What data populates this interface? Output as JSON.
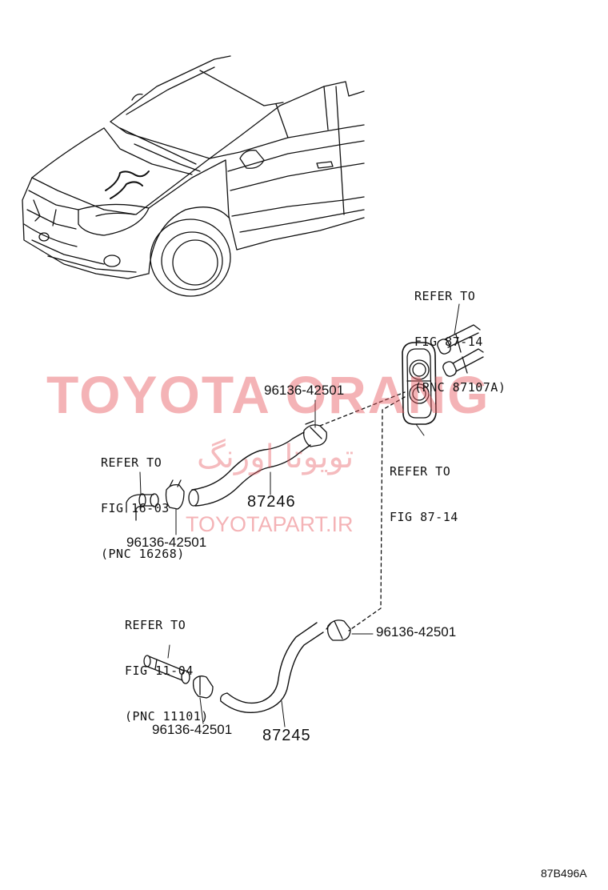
{
  "watermark": {
    "main": "TOYOTA ORANG",
    "persian": "تویوتا اورنگ",
    "url": "TOYOTAPART.IR",
    "color": "#e8585f"
  },
  "refs": {
    "ref_87107a": {
      "line1": "REFER TO",
      "line2": "FIG 87-14",
      "line3": "(PNC 87107A)"
    },
    "ref_87_14": {
      "line1": "REFER TO",
      "line2": "FIG 87-14"
    },
    "ref_16268": {
      "line1": "REFER TO",
      "line2": "FIG 16-03",
      "line3": "(PNC 16268)"
    },
    "ref_11101": {
      "line1": "REFER TO",
      "line2": "FIG 11-04",
      "line3": "(PNC 11101)"
    }
  },
  "parts": {
    "clamp_upper_right": "96136-42501",
    "clamp_upper_left": "96136-42501",
    "clamp_lower_right": "96136-42501",
    "clamp_lower_left": "96136-42501",
    "hose_upper": "87246",
    "hose_lower": "87245"
  },
  "figure_code": "87B496A"
}
